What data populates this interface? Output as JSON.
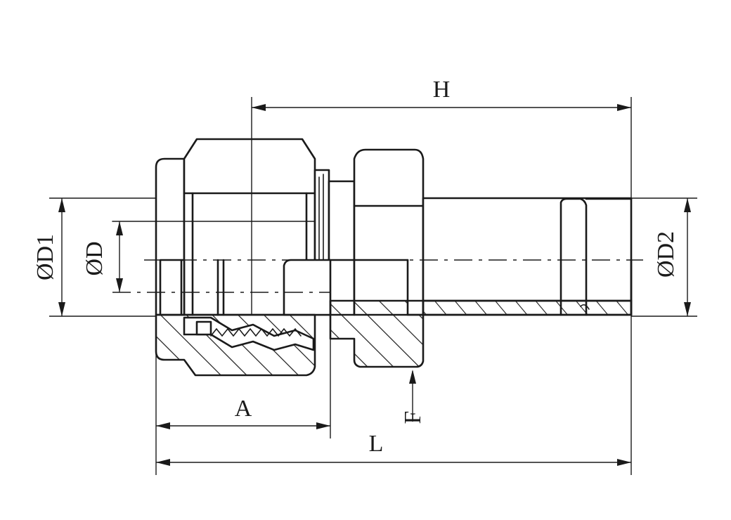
{
  "labels": {
    "H": "H",
    "D1": "ØD1",
    "D": "ØD",
    "D2": "ØD2",
    "A": "A",
    "F": "F",
    "L": "L"
  },
  "colors": {
    "line": "#1a1a1a",
    "background": "#ffffff"
  }
}
